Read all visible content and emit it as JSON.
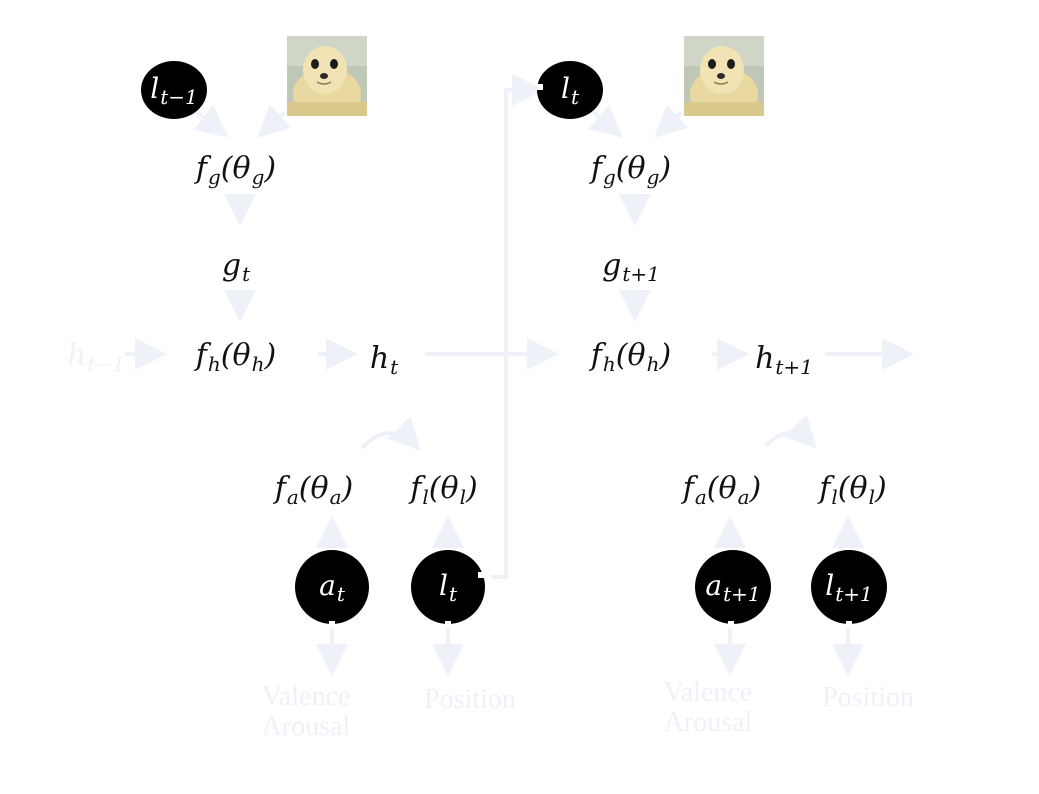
{
  "step1": {
    "prev_location": {
      "base": "l",
      "sub": "t−1"
    },
    "glimpse_net": {
      "fn": "f",
      "fn_sub": "g",
      "param": "θ",
      "param_sub": "g"
    },
    "glimpse": {
      "base": "g",
      "sub": "t"
    },
    "core_net": {
      "fn": "f",
      "fn_sub": "h",
      "param": "θ",
      "param_sub": "h"
    },
    "prev_hidden": {
      "base": "h",
      "sub": "t−1"
    },
    "hidden": {
      "base": "h",
      "sub": "t"
    },
    "action_net": {
      "fn": "f",
      "fn_sub": "a",
      "param": "θ",
      "param_sub": "a"
    },
    "location_net": {
      "fn": "f",
      "fn_sub": "l",
      "param": "θ",
      "param_sub": "l"
    },
    "action": {
      "base": "a",
      "sub": "t"
    },
    "location": {
      "base": "l",
      "sub": "t"
    },
    "action_output": "Valence\nArousal",
    "location_output": "Position"
  },
  "step2": {
    "prev_location": {
      "base": "l",
      "sub": "t"
    },
    "glimpse_net": {
      "fn": "f",
      "fn_sub": "g",
      "param": "θ",
      "param_sub": "g"
    },
    "glimpse": {
      "base": "g",
      "sub": "t+1"
    },
    "core_net": {
      "fn": "f",
      "fn_sub": "h",
      "param": "θ",
      "param_sub": "h"
    },
    "hidden": {
      "base": "h",
      "sub": "t+1"
    },
    "action_net": {
      "fn": "f",
      "fn_sub": "a",
      "param": "θ",
      "param_sub": "a"
    },
    "location_net": {
      "fn": "f",
      "fn_sub": "l",
      "param": "θ",
      "param_sub": "l"
    },
    "action": {
      "base": "a",
      "sub": "t+1"
    },
    "location": {
      "base": "l",
      "sub": "t+1"
    },
    "action_output": "Valence\nArousal",
    "location_output": "Position"
  },
  "colors": {
    "node_fill": "#000000",
    "arrow": "#eef2f8",
    "text": "#111111",
    "faint_text": "#eef2f8"
  },
  "image_content": "seal pup photo"
}
